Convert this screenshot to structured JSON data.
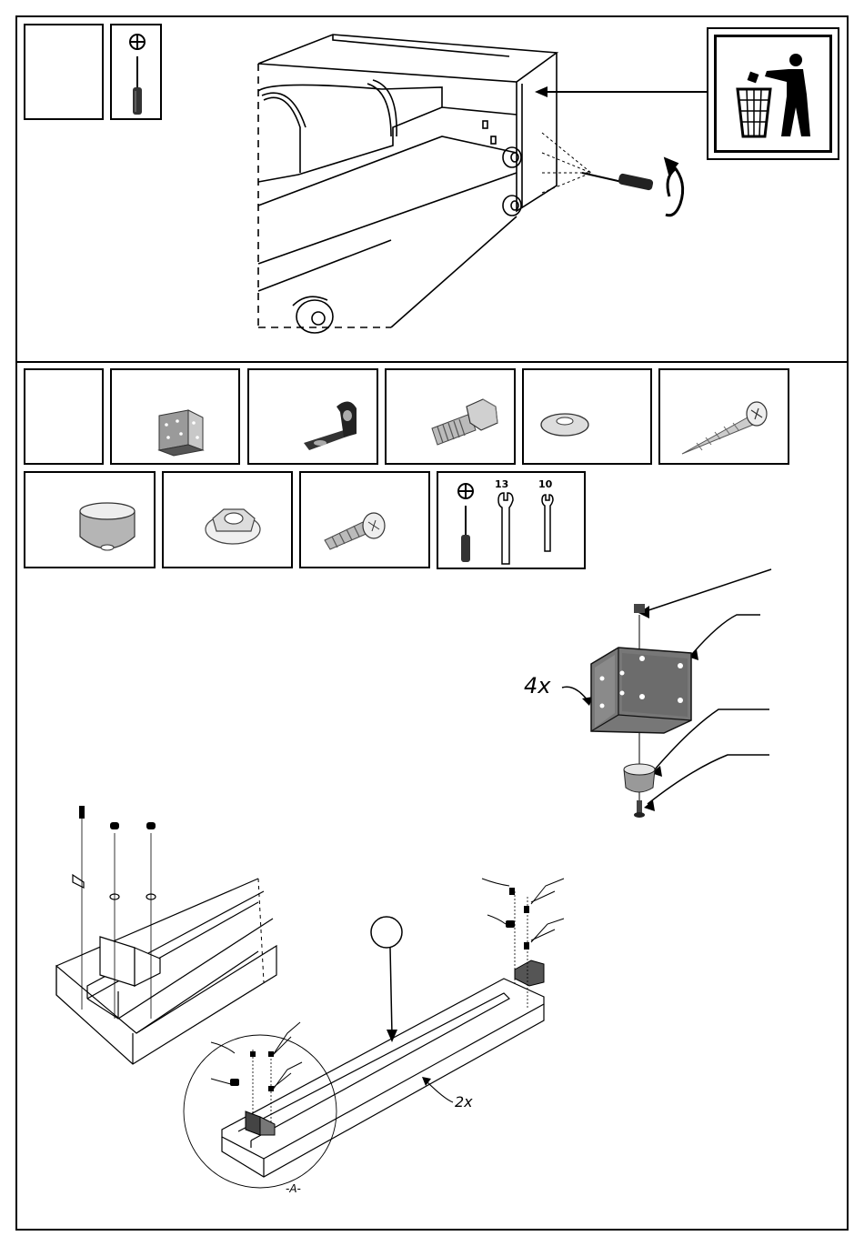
{
  "steps": {
    "top": {
      "step_box": "",
      "tool": "phillips-screwdriver"
    },
    "bottom": {
      "step_box": ""
    }
  },
  "recycle_sign": {
    "icon": "dispose-in-bin-icon"
  },
  "parts_row1": [
    {
      "icon": "corner-bracket-icon"
    },
    {
      "icon": "l-bracket-icon"
    },
    {
      "icon": "hex-bolt-icon"
    },
    {
      "icon": "washer-icon"
    },
    {
      "icon": "wood-screw-icon"
    }
  ],
  "parts_row2": [
    {
      "icon": "cup-foot-icon"
    },
    {
      "icon": "flange-nut-icon"
    },
    {
      "icon": "countersunk-bolt-icon"
    }
  ],
  "tools": {
    "wrench_13": "13",
    "wrench_10": "10"
  },
  "labels": {
    "quantity_4x": "4x",
    "quantity_2x": "2x",
    "detail_a": "-A-"
  }
}
